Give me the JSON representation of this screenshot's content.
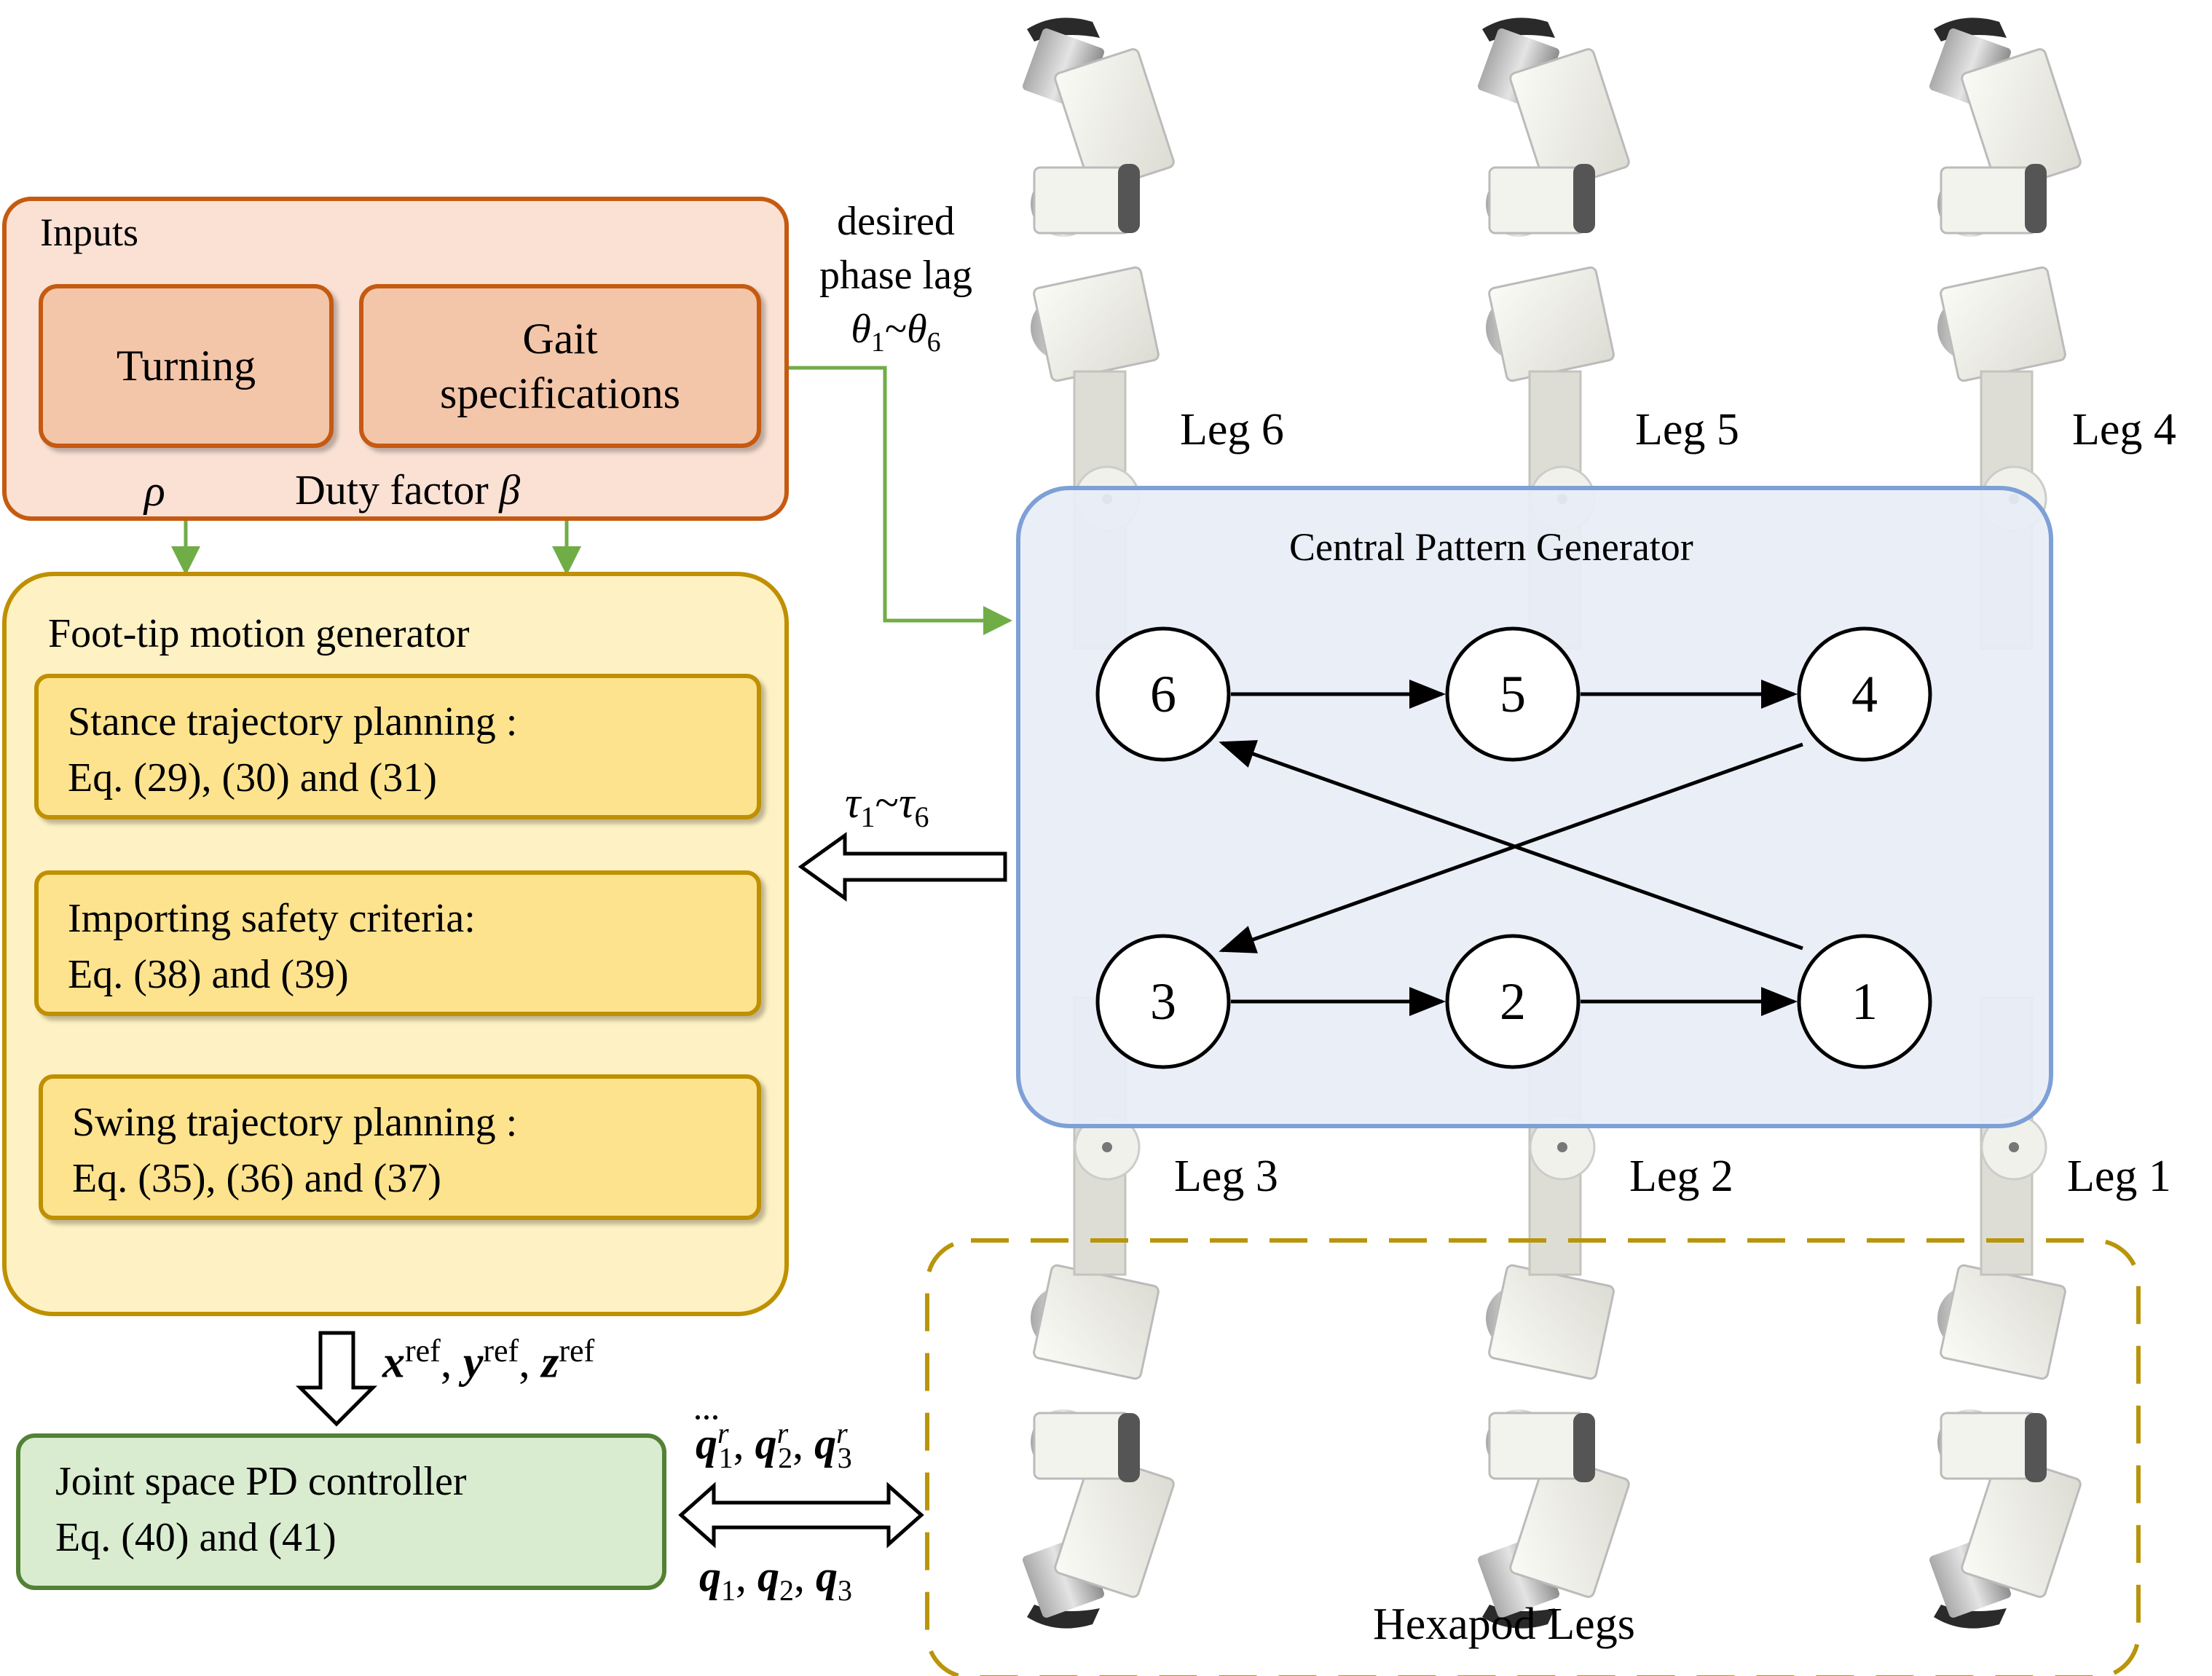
{
  "inputs": {
    "title": "Inputs",
    "turning": "Turning",
    "gait_line1": "Gait",
    "gait_line2": "specifications",
    "rho": "ρ",
    "duty_factor": "Duty factor ",
    "beta": "β"
  },
  "phase_lag": {
    "line1": "desired",
    "line2": "phase lag",
    "theta1": "θ",
    "sub1": "1",
    "tilde": "~",
    "theta6": "θ",
    "sub6": "6"
  },
  "foot_tip": {
    "title": "Foot-tip motion generator",
    "stance_line1": "Stance trajectory planning :",
    "stance_line2": "Eq. (29), (30) and (31)",
    "safety_line1": "Importing safety criteria:",
    "safety_line2": "Eq. (38) and (39)",
    "swing_line1": "Swing trajectory planning :",
    "swing_line2": "Eq. (35), (36) and (37)"
  },
  "tau": {
    "tau1": "τ",
    "sub1": "1",
    "tilde": "~",
    "tau6": "τ",
    "sub6": "6"
  },
  "refs": {
    "x": "x",
    "y": "y",
    "z": "z",
    "sup": "ref",
    "sep": ", "
  },
  "pd": {
    "line1": "Joint space PD controller",
    "line2": "Eq. (40) and (41)"
  },
  "qdot": {
    "q": "q",
    "sup": "r",
    "s1": "1",
    "s2": "2",
    "s3": "3",
    "sep": ", "
  },
  "q": {
    "q": "q",
    "s1": "1",
    "s2": "2",
    "s3": "3",
    "sep": ", "
  },
  "cpg": {
    "title": "Central Pattern Generator",
    "nodes": [
      "6",
      "5",
      "4",
      "3",
      "2",
      "1"
    ]
  },
  "legs": {
    "leg6": "Leg 6",
    "leg5": "Leg 5",
    "leg4": "Leg 4",
    "leg3": "Leg 3",
    "leg2": "Leg 2",
    "leg1": "Leg 1"
  },
  "hexapod_label": "Hexapod Legs",
  "colors": {
    "inputs_fill": "#fae1d4",
    "inputs_border": "#c55a11",
    "inner_fill": "#f4c6a9",
    "inner_border": "#c55a11",
    "foot_fill": "#fef1c3",
    "foot_border": "#bf9000",
    "sub_fill": "#fee38f",
    "pd_fill": "#d9ecd0",
    "pd_border": "#538135",
    "cpg_fill": "#e8edf6",
    "cpg_border": "#7da0d6",
    "green_arrow": "#70ad47",
    "dash": "#b8950a"
  }
}
